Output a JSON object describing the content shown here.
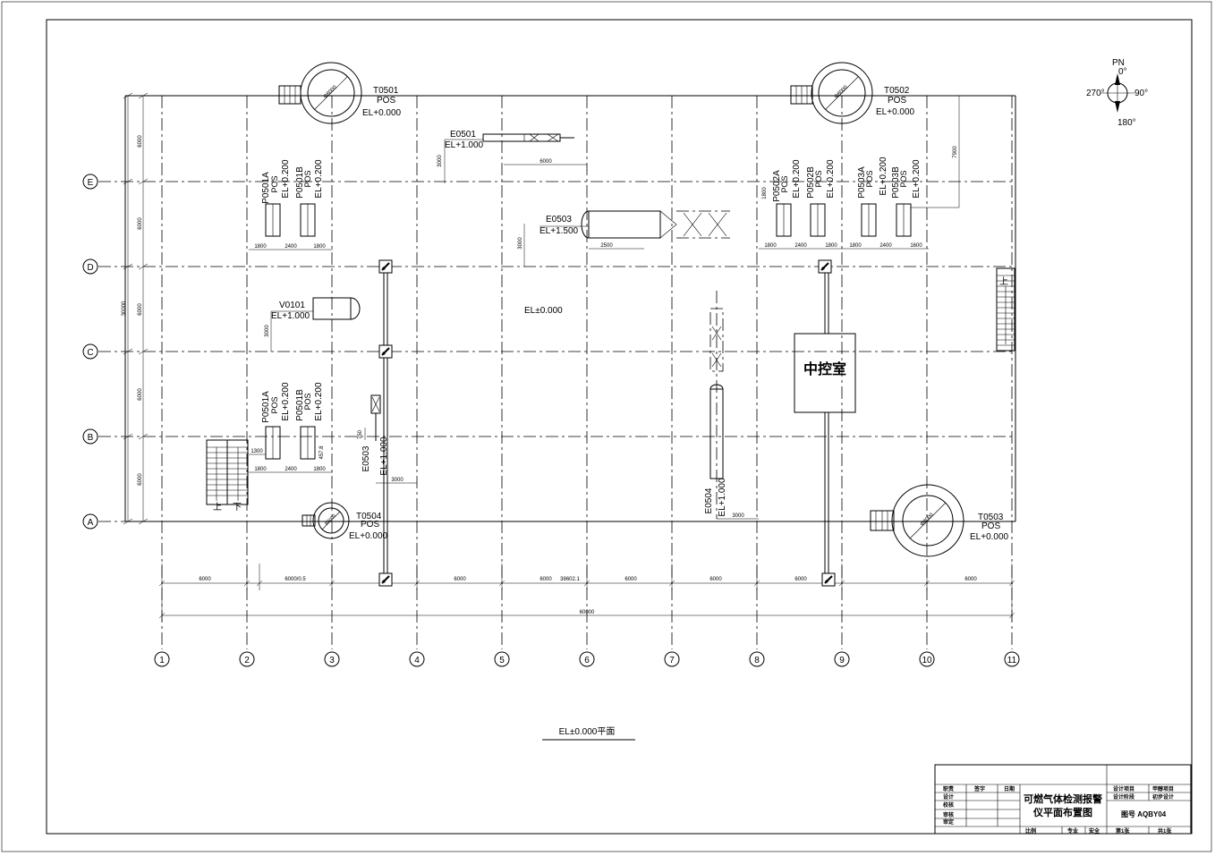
{
  "grid": {
    "columns": [
      "1",
      "2",
      "3",
      "4",
      "5",
      "6",
      "7",
      "8",
      "9",
      "10",
      "11"
    ],
    "rows": [
      "E",
      "D",
      "C",
      "B",
      "A"
    ]
  },
  "dimensions": {
    "column_spacing": [
      "6000",
      "",
      "6000/0.5",
      "",
      "6000",
      "6000",
      "38602.1",
      "6000",
      "6000",
      "6000",
      "",
      "6000"
    ],
    "bottom_spans": [
      {
        "text": "6000"
      },
      {
        "text": "6000/0.5"
      },
      {
        "text": "6000"
      },
      {
        "text": "6000"
      },
      {
        "text": "38602.1"
      },
      {
        "text": "6000"
      },
      {
        "text": "6000"
      },
      {
        "text": "6000"
      },
      {
        "text": "6000"
      }
    ],
    "overall_width": "60000",
    "row_spacing": [
      "6000",
      "6000",
      "6000",
      "6000",
      "6000"
    ],
    "overall_height": "30000",
    "misc": {
      "e0501_v": "3000",
      "e0501_h": "6000",
      "e0503_v": "3000",
      "e0503_h": "2500",
      "v0101_v": "3000",
      "p0501_top": [
        "1800",
        "2400",
        "1800"
      ],
      "p0502_top": [
        "1800",
        "2400",
        "1800"
      ],
      "p0503_top": [
        "1800",
        "2400",
        "1600"
      ],
      "p0501_bot": [
        "1800",
        "2400",
        "1800"
      ],
      "p0501_bot_extra": [
        "1300",
        "457.8"
      ],
      "e0503_v2": "750",
      "e0503_h2": "3000",
      "e0504_h": "3000",
      "p0502_side": "1800",
      "t0502_side": "7900"
    }
  },
  "equipment": {
    "t0501": {
      "tag": "T0501",
      "pos": "POS",
      "el": "EL+0.000",
      "dia": "Φ8000"
    },
    "t0502": {
      "tag": "T0502",
      "pos": "POS",
      "el": "EL+0.000",
      "dia": "Φ8000"
    },
    "t0503": {
      "tag": "T0503",
      "pos": "POS",
      "el": "EL+0.000",
      "dia": "Φ8000"
    },
    "t0504": {
      "tag": "T0504",
      "pos": "POS",
      "el": "EL+0.000",
      "dia": "Φ5000"
    },
    "e0501": {
      "tag": "E0501",
      "el": "EL+1.000"
    },
    "e0503a": {
      "tag": "E0503",
      "el": "EL+1.500"
    },
    "e0503b": {
      "tag": "E0503",
      "el": "EL+1.000"
    },
    "e0504": {
      "tag": "E0504",
      "el": "EL+1.000"
    },
    "v0101": {
      "tag": "V0101",
      "el": "EL+1.000"
    },
    "floor_el": "EL±0.000",
    "p0501a_top": {
      "tag": "P0501A",
      "pos": "POS",
      "el": "EL+0.200"
    },
    "p0501b_top": {
      "tag": "P0501B",
      "pos": "POS",
      "el": "EL+0.200"
    },
    "p0502a": {
      "tag": "P0502A",
      "pos": "POS",
      "el": "EL+0.200"
    },
    "p0502b": {
      "tag": "P0502B",
      "pos": "POS",
      "el": "EL+0.200"
    },
    "p0503a": {
      "tag": "P0503A",
      "pos": "POS",
      "el": "EL+0.200"
    },
    "p0503b": {
      "tag": "P0503B",
      "pos": "POS",
      "el": "EL+0.200"
    },
    "p0501a_bot": {
      "tag": "P0501A",
      "pos": "POS",
      "el": "EL+0.200"
    },
    "p0501b_bot": {
      "tag": "P0501B",
      "pos": "POS",
      "el": "EL+0.200"
    },
    "control_room": "中控室",
    "stair_up": "上",
    "stair_down": "下"
  },
  "compass": {
    "label": "PN",
    "n": "0°",
    "e": "90°",
    "s": "180°",
    "w": "270°"
  },
  "plan_title": "EL±0.000平面",
  "title_block": {
    "h_role": "职责",
    "h_sign": "签字",
    "h_date": "日期",
    "roles": [
      "设计",
      "校核",
      "审核",
      "审定"
    ],
    "title_line1": "可燃气体检测报警",
    "title_line2": "仪平面布置图",
    "design_item_label": "设计项目",
    "design_item_value": "甲醇项目",
    "design_stage_label": "设计阶段",
    "design_stage_value": "初步设计",
    "drawing_no": "图号 AQBY04",
    "scale_label": "比例",
    "major_label": "专业",
    "major_value": "安全",
    "sheet": "第1张",
    "total": "共1张"
  }
}
